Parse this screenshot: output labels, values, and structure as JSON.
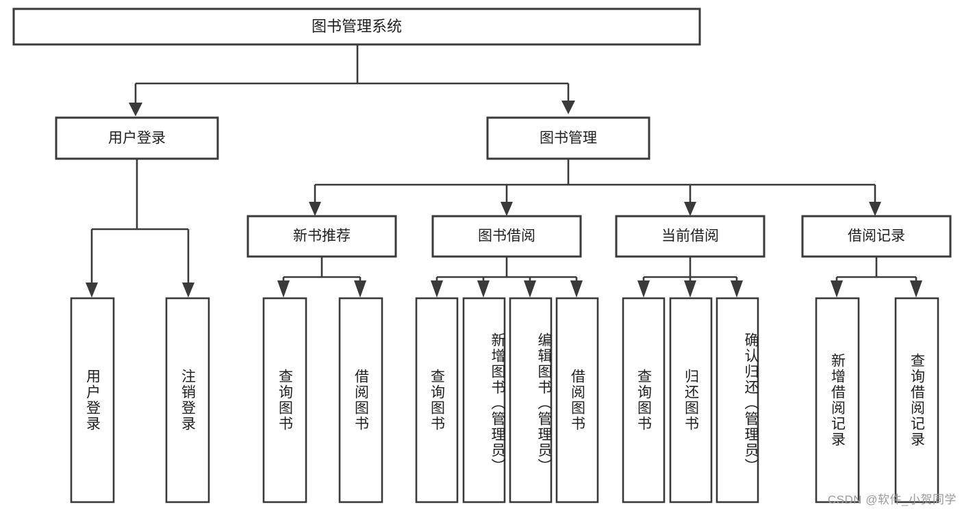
{
  "diagram": {
    "type": "tree-hierarchy",
    "title": "图书管理系统",
    "orientation": "top-down",
    "colors": {
      "box_stroke": "#3a3a3a",
      "box_fill": "#ffffff",
      "text": "#1f1f1f",
      "connector": "#3a3a3a",
      "watermark": "#9a9a9a",
      "background": "#ffffff"
    },
    "root": {
      "label": "图书管理系统"
    },
    "level2": [
      {
        "label": "用户登录"
      },
      {
        "label": "图书管理"
      }
    ],
    "level3": [
      {
        "label": "新书推荐"
      },
      {
        "label": "图书借阅"
      },
      {
        "label": "当前借阅"
      },
      {
        "label": "借阅记录"
      }
    ],
    "leaves": {
      "user_login": [
        {
          "label": "用户登录"
        },
        {
          "label": "注销登录"
        }
      ],
      "new_book_recommend": [
        {
          "label": "查询图书"
        },
        {
          "label": "借阅图书"
        }
      ],
      "book_borrow": [
        {
          "label": "查询图书"
        },
        {
          "label": "新增图书（管理员）"
        },
        {
          "label": "编辑图书（管理员）"
        },
        {
          "label": "借阅图书"
        }
      ],
      "current_borrow": [
        {
          "label": "查询图书"
        },
        {
          "label": "归还图书"
        },
        {
          "label": "确认归还（管理员）"
        }
      ],
      "borrow_record": [
        {
          "label": "新增借阅记录"
        },
        {
          "label": "查询借阅记录"
        }
      ]
    }
  },
  "watermark": {
    "text": "CSDN @软件_小贺同学"
  }
}
